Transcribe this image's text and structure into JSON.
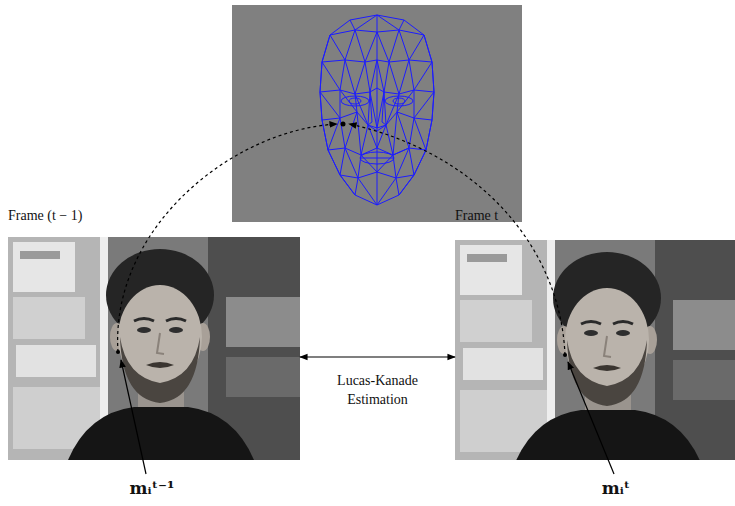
{
  "diagram": {
    "nodes": [
      {
        "text": [
          "Frame (t − 1)"
        ]
      },
      {
        "text": [
          "Frame t"
        ]
      }
    ],
    "edges": [
      {
        "from": 0,
        "to": 1,
        "arrow": "both",
        "label": "Lucas-Kanade Estimation"
      }
    ],
    "labels": [
      "mᵢᵗ⁻¹",
      "mᵢᵗ"
    ]
  }
}
